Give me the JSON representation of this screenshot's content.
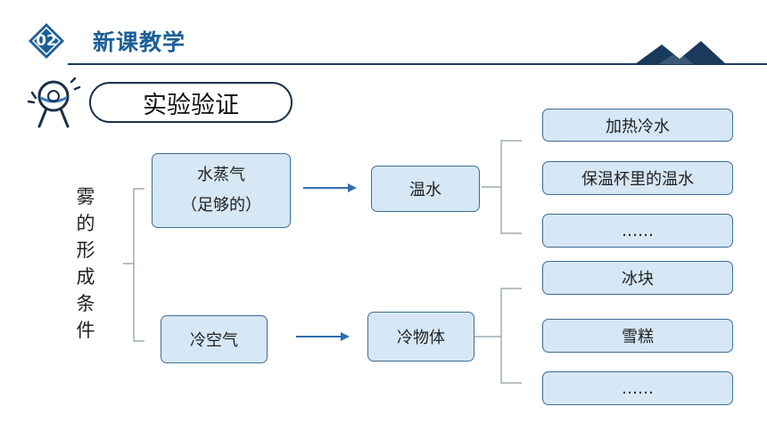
{
  "header": {
    "section_number": "02",
    "title": "新课教学"
  },
  "section_title": "实验验证",
  "side_label": [
    "雾",
    "的",
    "形",
    "成",
    "条",
    "件"
  ],
  "conditions": {
    "water_vapor": {
      "line1": "水蒸气",
      "line2": "（足够的）"
    },
    "cold_air": "冷空气"
  },
  "middle": {
    "warm_water": "温水",
    "cold_object": "冷物体"
  },
  "warm_water_examples": [
    "加热冷水",
    "保温杯里的温水",
    "……"
  ],
  "cold_object_examples": [
    "冰块",
    "雪糕",
    "……"
  ],
  "colors": {
    "accent": "#1c5f98",
    "box_fill": "#d6e7f5",
    "box_border": "#3f6d96",
    "dark": "#1a3a5c"
  }
}
